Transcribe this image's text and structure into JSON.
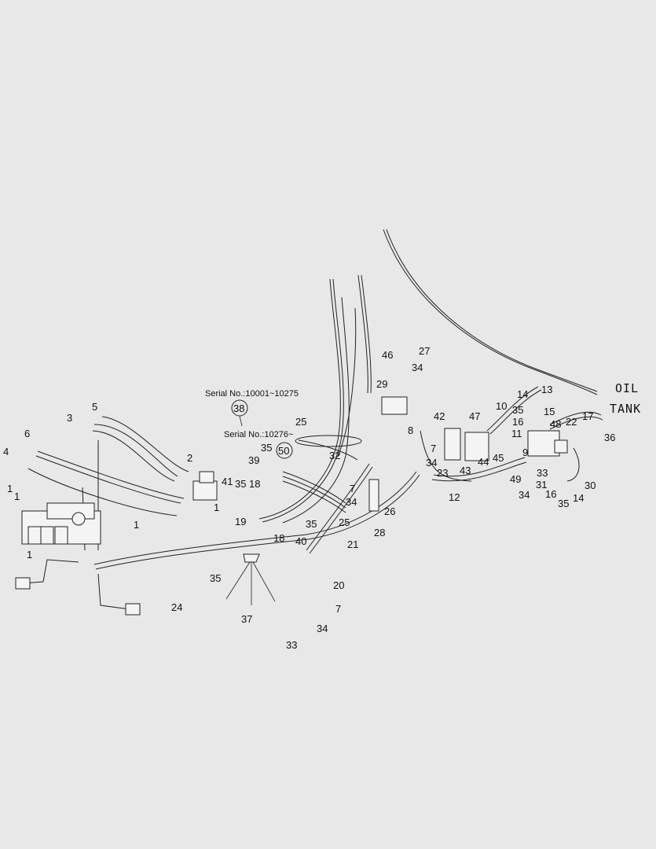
{
  "notes": {
    "serial_range_1": "Serial No.:10001~10275",
    "serial_range_2": "Serial No.:10276~",
    "tank_line_1": "OIL",
    "tank_line_2": "TANK"
  },
  "circled_callouts": [
    "38",
    "50"
  ],
  "callouts": [
    "1",
    "1",
    "1",
    "1",
    "1",
    "2",
    "3",
    "4",
    "5",
    "6",
    "7",
    "7",
    "7",
    "8",
    "9",
    "10",
    "11",
    "12",
    "13",
    "14",
    "14",
    "15",
    "16",
    "16",
    "17",
    "18",
    "18",
    "19",
    "20",
    "21",
    "22",
    "23",
    "24",
    "25",
    "25",
    "26",
    "27",
    "28",
    "29",
    "30",
    "31",
    "32",
    "33",
    "33",
    "34",
    "34",
    "34",
    "34",
    "34",
    "35",
    "35",
    "35",
    "35",
    "35",
    "35",
    "36",
    "37",
    "39",
    "40",
    "41",
    "42",
    "43",
    "44",
    "45",
    "46",
    "47",
    "48",
    "49"
  ]
}
